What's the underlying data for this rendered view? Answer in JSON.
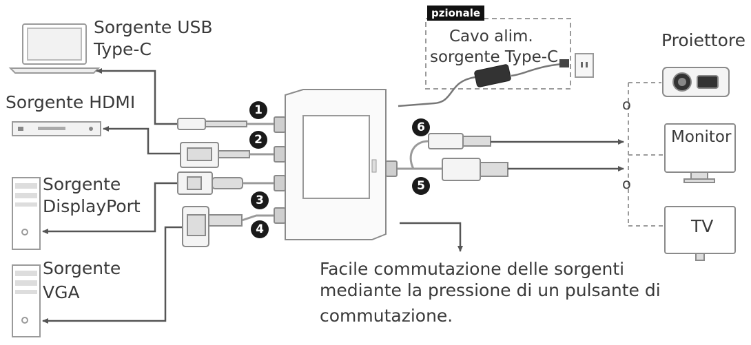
{
  "labels": {
    "usb_source_line1": "Sorgente USB",
    "usb_source_line2": "Type-C",
    "hdmi_source": "Sorgente HDMI",
    "dp_source_line1": "Sorgente",
    "dp_source_line2": "DisplayPort",
    "vga_source_line1": "Sorgente",
    "vga_source_line2": "VGA",
    "optional_badge": "pzionale",
    "power_cable_line1": "Cavo alim.",
    "power_cable_line2": "sorgente Type-C",
    "projector": "Proiettore",
    "monitor": "Monitor",
    "tv": "TV",
    "or_1": "o",
    "or_2": "o",
    "note_line1": "Facile commutazione delle sorgenti",
    "note_line2": "mediante la pressione di un pulsante di",
    "note_line3": "commutazione."
  },
  "callouts": [
    "1",
    "2",
    "3",
    "4",
    "5",
    "6"
  ],
  "icons": [
    "laptop-icon",
    "set-top-box-icon",
    "pc-tower-icon",
    "pc-tower-icon",
    "power-adapter-icon",
    "wall-outlet-icon",
    "projector-icon",
    "monitor-icon",
    "tv-icon",
    "kvm-switch-icon"
  ],
  "colors": {
    "line": "#555555",
    "device": "#9a9a9a",
    "badge": "#111111"
  }
}
